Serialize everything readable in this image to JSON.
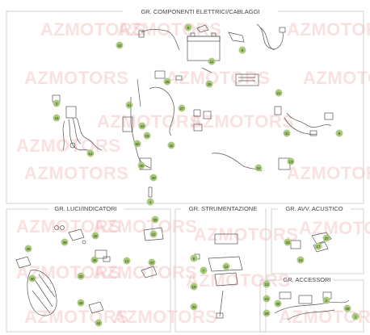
{
  "watermark": "AZMOTORS",
  "colors": {
    "badge": "#a8c97a",
    "frame": "#c8c8c8",
    "watermark": "#eeaaaa"
  },
  "sections": {
    "electrics": {
      "title": "GR. COMPONENTI ELETTRICI/CABLAGGI"
    },
    "lights": {
      "title": "GR. LUCI/INDICATORI"
    },
    "instruments": {
      "title": "GR. STRUMENTAZIONE"
    },
    "horn": {
      "title": "GR. AVV. ACUSTICO"
    },
    "accessories": {
      "title": "GR. ACCESSORI"
    }
  },
  "callouts": [
    "42",
    "5",
    "9",
    "11",
    "25",
    "26",
    "27",
    "3",
    "16",
    "41",
    "43",
    "50",
    "15",
    "40",
    "32",
    "30",
    "4",
    "51",
    "21",
    "31",
    "8",
    "24",
    "13",
    "36",
    "39",
    "28",
    "45",
    "35",
    "22",
    "38",
    "20",
    "12",
    "47",
    "48",
    "44",
    "6",
    "7",
    "19",
    "14",
    "34",
    "33",
    "37",
    "17",
    "18",
    "10",
    "23",
    "29",
    "46",
    "2",
    "49",
    "1"
  ]
}
